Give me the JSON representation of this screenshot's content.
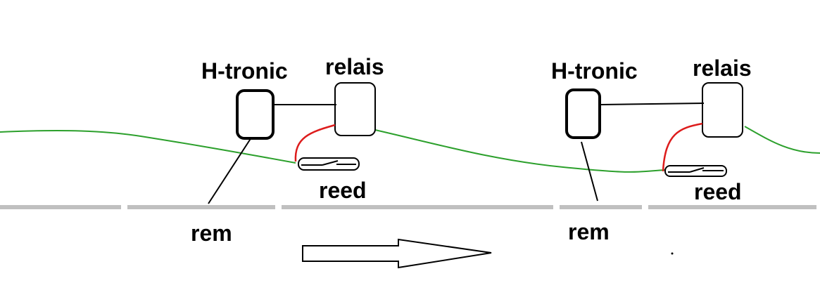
{
  "left_unit": {
    "htronic_label": "H-tronic",
    "relais_label": "relais",
    "reed_label": "reed",
    "rem_label": "rem"
  },
  "right_unit": {
    "htronic_label": "H-tronic",
    "relais_label": "relais",
    "reed_label": "reed",
    "rem_label": "rem"
  },
  "colors": {
    "track": "#c0c0c0",
    "sensor_wire": "#2ca02c",
    "signal_wire": "#dd1c1c",
    "outline": "#000000",
    "background": "#ffffff"
  },
  "icons": [
    "direction-arrow-icon",
    "reed-switch-icon"
  ]
}
